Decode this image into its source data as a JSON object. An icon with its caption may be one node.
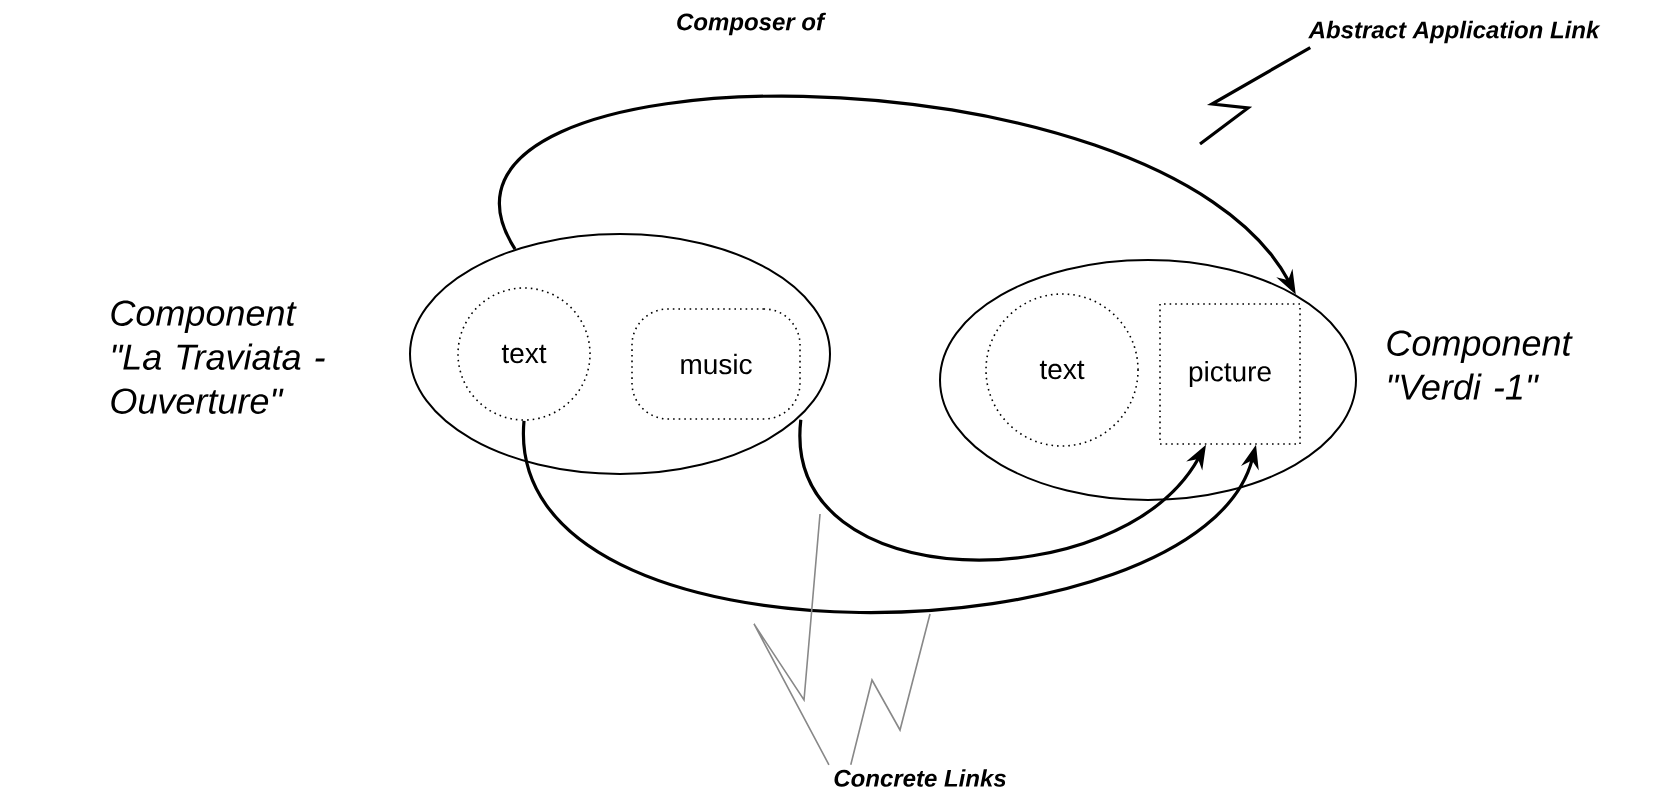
{
  "diagram": {
    "nodes": [
      {
        "text": [],
        "shape": "ellipse",
        "beside": [
          "Component \"La Traviata - Ouverture\""
        ]
      },
      {
        "text": [
          "text"
        ],
        "in": 0
      },
      {
        "text": [
          "music"
        ],
        "in": 0
      },
      {
        "text": [],
        "shape": "ellipse",
        "beside": [
          "Component \"Verdi -1\""
        ]
      },
      {
        "text": [
          "text"
        ],
        "in": 3
      },
      {
        "text": [
          "picture"
        ],
        "in": 3
      },
      {
        "text": [
          "Abstract Application Link"
        ]
      },
      {
        "text": [
          "Concrete Links"
        ]
      }
    ],
    "edges": [
      {
        "from": 0,
        "to": 3,
        "arrow": "to",
        "label": "Composer of"
      },
      {
        "from": 2,
        "to": 5,
        "arrow": "to"
      },
      {
        "from": 1,
        "to": 5,
        "arrow": "to"
      },
      {
        "from": 6,
        "to": null,
        "arrow": "none"
      },
      {
        "from": 7,
        "to": null,
        "arrow": "none",
        "color": "#888888"
      },
      {
        "from": 7,
        "to": null,
        "arrow": "none",
        "color": "#888888"
      }
    ]
  }
}
